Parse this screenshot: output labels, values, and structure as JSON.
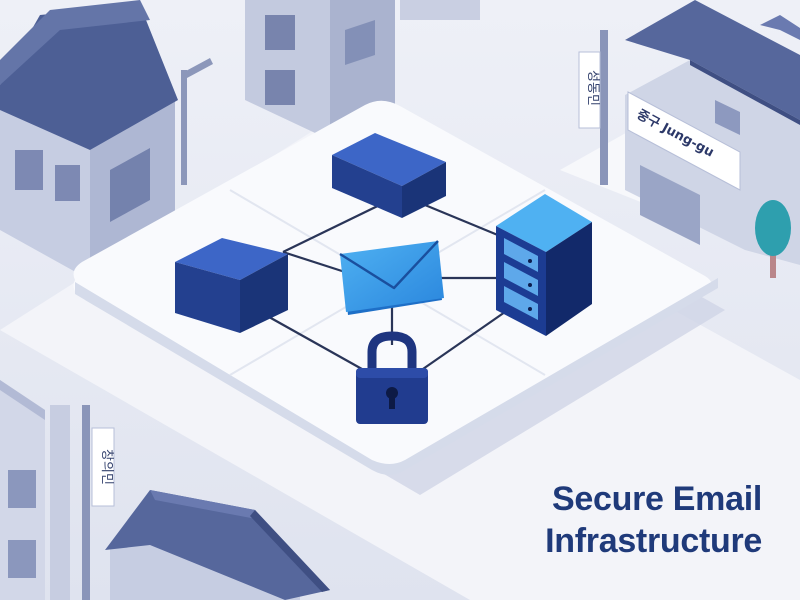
{
  "title": {
    "line1": "Secure Email",
    "line2": "Infrastructure"
  },
  "signs": {
    "top_right_vertical": "성동민",
    "shop_sign": "중구 Jung-gu",
    "bottom_left_vertical": "창의민"
  },
  "icons": [
    "cube-icon",
    "envelope-icon",
    "server-icon",
    "padlock-icon"
  ],
  "colors": {
    "title": "#1f3a7a",
    "cube": "#2b4fae",
    "envelope": "#2f8fe0",
    "server": "#1f3f98",
    "lock": "#213c8f",
    "background": "#e7eaf4"
  }
}
